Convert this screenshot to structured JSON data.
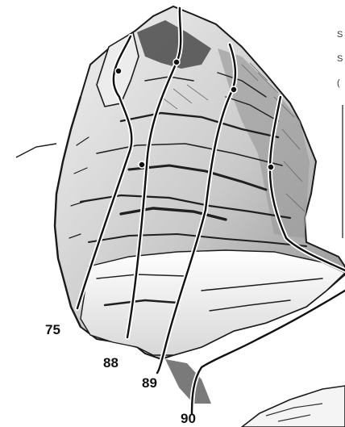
{
  "routes": [
    {
      "label": "75"
    },
    {
      "label": "88"
    },
    {
      "label": "89"
    },
    {
      "label": "90"
    }
  ],
  "edge_text": [
    "S",
    "S",
    "("
  ],
  "colors": {
    "ink": "#111111",
    "route_line": "#111111",
    "route_outline": "#ffffff",
    "rock_shade": "#6b6b6b"
  }
}
